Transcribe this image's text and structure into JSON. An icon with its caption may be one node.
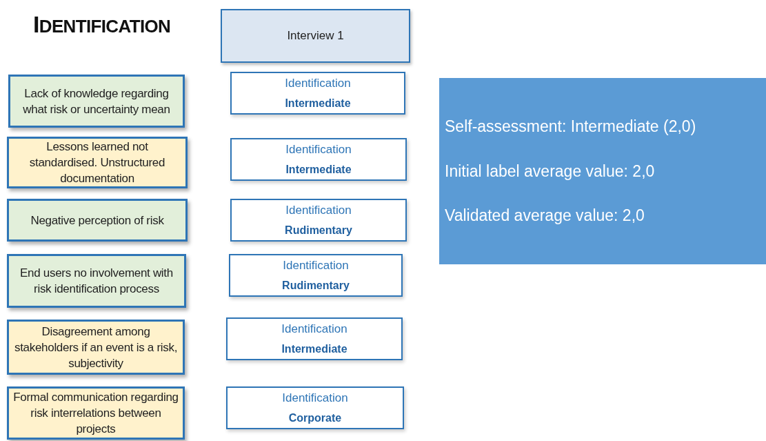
{
  "diagram": {
    "title": "IDENTIFICATION",
    "nodes": [
      {
        "text": [
          "Interview 1"
        ]
      },
      {
        "text": [
          "Lack of knowledge regarding what risk or uncertainty mean"
        ]
      },
      {
        "text": [
          "Lessons learned not standardised. Unstructured documentation"
        ]
      },
      {
        "text": [
          "Negative perception of risk"
        ]
      },
      {
        "text": [
          "End users no involvement with risk identification process"
        ]
      },
      {
        "text": [
          "Disagreement among stakeholders if an event is a risk, subjectivity"
        ]
      },
      {
        "text": [
          "Formal communication regarding risk interrelations between projects"
        ]
      },
      {
        "text": [
          "Identification",
          "Intermediate"
        ]
      },
      {
        "text": [
          "Identification",
          "Intermediate"
        ]
      },
      {
        "text": [
          "Identification",
          "Rudimentary"
        ]
      },
      {
        "text": [
          "Identification",
          "Rudimentary"
        ]
      },
      {
        "text": [
          "Identification",
          "Intermediate"
        ]
      },
      {
        "text": [
          "Identification",
          "Corporate"
        ]
      },
      {
        "text": [
          "Self-assessment: Intermediate (2,0)",
          "Initial label average value: 2,0",
          "Validated average value: 2,0"
        ]
      }
    ]
  }
}
